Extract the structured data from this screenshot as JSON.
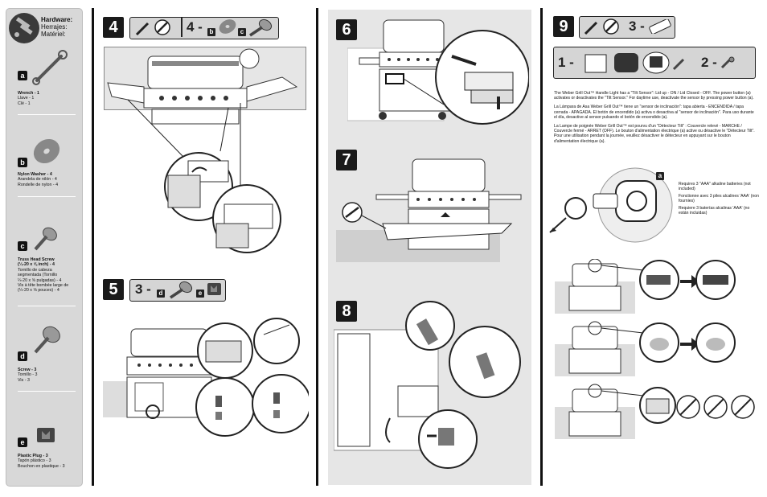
{
  "hardware": {
    "title": "Hardware:",
    "title_es": "Herrajes:",
    "title_fr": "Matériel:",
    "items": [
      {
        "letter": "a",
        "name": "Wrench - 1",
        "es": "Llave - 1",
        "fr": "Clé - 1",
        "icon": "wrench-icon"
      },
      {
        "letter": "b",
        "name": "Nylon Washer - 4",
        "es": "Arandela de nilón - 4",
        "fr": "Rondelle de nylon - 4",
        "icon": "washer-icon"
      },
      {
        "letter": "c",
        "name": "Truss Head Screw",
        "name2": "(¼-20 x ⅝ inch) - 4",
        "es": "Tornillo de cabeza",
        "es2": "segmentada (Tornillo",
        "es3": "¼-20 x ⅝ pulgadas) - 4",
        "fr": "Vis à tête bombée large de",
        "fr2": "(¼-20 x ⅝ pouces) - 4",
        "icon": "truss-screw-icon"
      },
      {
        "letter": "d",
        "name": "Screw - 3",
        "es": "Tornillo - 3",
        "fr": "Vis - 3",
        "icon": "screw-icon"
      },
      {
        "letter": "e",
        "name": "Plastic Plug - 3",
        "es": "Tapón plástico - 3",
        "fr": "Bouchon en plastique - 3",
        "icon": "plastic-plug-icon"
      }
    ]
  },
  "steps": {
    "s4": {
      "num": "4",
      "qty": "4 -",
      "l1": "b",
      "l2": "c"
    },
    "s5": {
      "num": "5",
      "qty": "3 -",
      "l1": "d",
      "l2": "e"
    },
    "s6": {
      "num": "6"
    },
    "s7": {
      "num": "7"
    },
    "s8": {
      "num": "8"
    },
    "s9": {
      "num": "9",
      "qty": "3 -",
      "row1": "1 -",
      "row2": "2 -",
      "callout": "a"
    }
  },
  "step9_text": {
    "en": "The Weber Grill Out™ Handle Light has a \"Tilt Sensor\": Lid up - ON / Lid Closed - OFF. The power button (a) activates or deactivates the \"Tilt Sensor.\" For daytime use, deactivate the sensor by pressing power button (a).",
    "es": "La Lámpara de Asa Weber Grill Out™ tiene un \"sensor de inclinación\": tapa abierta - ENCENDIDA / tapa cerrada - APAGADA. El botón de encendido (a) activa o desactiva al \"sensor de inclinación\". Para uso durante el día, desactive al sensor pulsando el botón de encendido (a).",
    "fr": "La Lampe de poignée Weber Grill Out™ est pourvu d'un \"Détecteur Tilt\" : Couvercle relevé - MARCHE / Couvercle fermé - ARRET (OFF). Le bouton d'alimentation électrique (a) active ou désactive le \"Détecteur Tilt\". Pour une utilisation pendant la journée, veuillez désactiver le détecteur en appuyant sur le bouton d'alimentation électrique (a).",
    "batt_en": "Requires 3 \"AAA\" alkaline batteries (not included)",
    "batt_fr": "Fonctionne avec 3 piles alcalines 'AAA' (non fournies)",
    "batt_es": "Requiere 3 baterías alcalinas 'AAA' (no están incluidas)"
  },
  "colors": {
    "dark": "#1a1a1a",
    "panel": "#e6e6e6",
    "sidebar": "#d8d8d8"
  }
}
